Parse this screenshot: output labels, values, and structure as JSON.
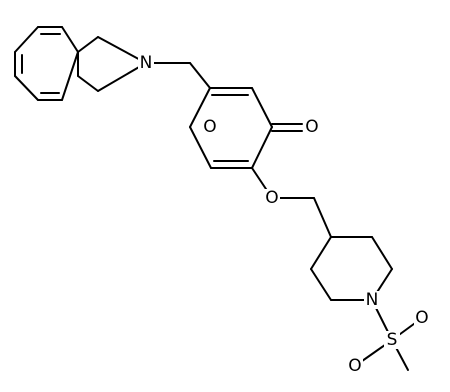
{
  "atoms": {
    "n_isoindoline": "N",
    "o_pyran_ring": "O",
    "o_carbonyl": "O",
    "o_ether": "O",
    "n_piperidine": "N",
    "s_sulfonyl": "S",
    "o_sulfonyl_1": "O",
    "o_sulfonyl_2": "O"
  },
  "colors": {
    "bond": "#000000",
    "label": "#000000",
    "background": "#ffffff"
  }
}
